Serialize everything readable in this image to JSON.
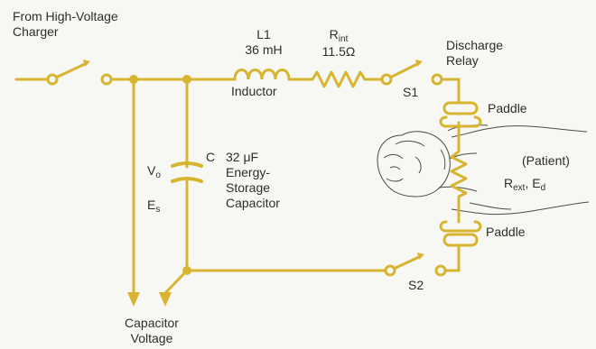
{
  "colors": {
    "wire": "#d8b531",
    "text": "#2d2d2d",
    "background": "#f7f7f4",
    "patient_outline": "#4a4a4a"
  },
  "labels": {
    "source_line1": "From High-Voltage",
    "source_line2": "Charger",
    "inductor_name": "L1",
    "inductor_value": "36 mH",
    "inductor_caption": "Inductor",
    "resistor_symbol": "R",
    "resistor_sub": "int",
    "resistor_value": "11.5Ω",
    "relay_line1": "Discharge",
    "relay_line2": "Relay",
    "switch_s1": "S1",
    "switch_s2": "S2",
    "paddle_top": "Paddle",
    "paddle_bottom": "Paddle",
    "patient": "(Patient)",
    "rext_symbol": "R",
    "rext_sub": "ext",
    "ed_symbol": "E",
    "ed_sub": "d",
    "vo_symbol": "V",
    "vo_sub": "o",
    "cap_name": "C",
    "cap_value": "32 μF",
    "cap_desc_1": "Energy-",
    "cap_desc_2": "Storage",
    "cap_desc_3": "Capacitor",
    "es_symbol": "E",
    "es_sub": "s",
    "output_line1": "Capacitor",
    "output_line2": "Voltage"
  },
  "icons": [
    "switch-icon",
    "inductor-icon",
    "resistor-icon",
    "capacitor-icon",
    "paddle-icon",
    "arrow-down-icon",
    "patient-head-icon"
  ]
}
